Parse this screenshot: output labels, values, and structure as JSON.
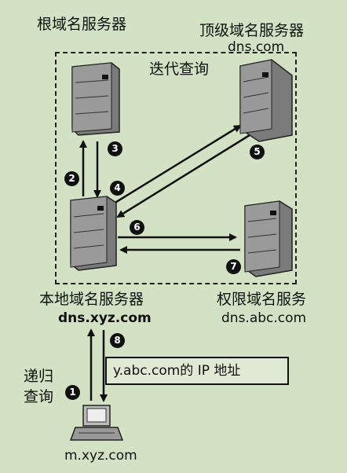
{
  "labels": {
    "root_server": "根域名服务器",
    "tld_server": "顶级域名服务器",
    "tld_domain": "dns.com",
    "local_server": "本地域名服务器",
    "local_domain": "dns.xyz.com",
    "auth_server": "权限域名服务",
    "auth_domain": "dns.abc.com",
    "iterative_query": "迭代查询",
    "recursive_query_line1": "递归",
    "recursive_query_line2": "查询",
    "answer": "y.abc.com的 IP 地址",
    "client": "m.xyz.com"
  },
  "steps": [
    "1",
    "2",
    "3",
    "4",
    "5",
    "6",
    "7",
    "8"
  ],
  "colors": {
    "background": "#d3e2c4",
    "ink": "#111111"
  }
}
